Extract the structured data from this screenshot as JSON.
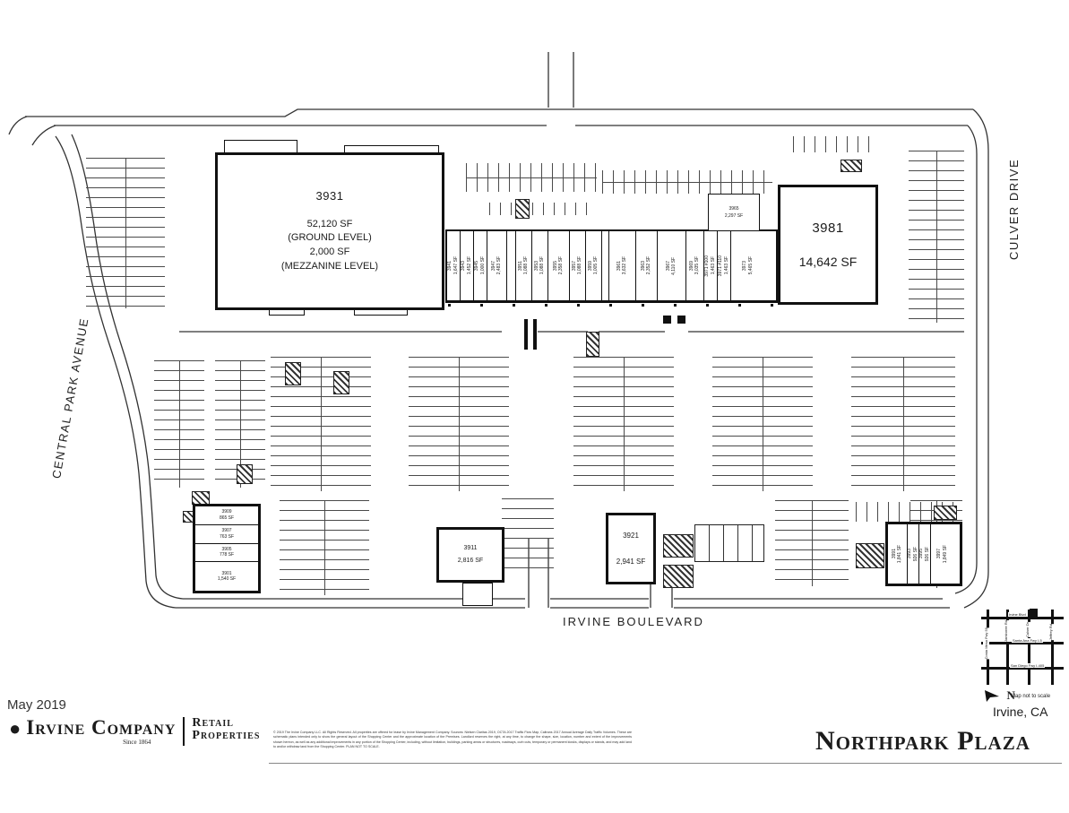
{
  "plan": {
    "date_label": "May 2019",
    "title": "Northpark Plaza",
    "city": "Irvine, CA",
    "map_note": "Map not to scale",
    "north_letter": "N"
  },
  "streets": {
    "left": "CENTRAL PARK AVENUE",
    "right": "CULVER DRIVE",
    "bottom": "IRVINE BOULEVARD"
  },
  "buildings": {
    "b3931": {
      "number": "3931",
      "line1": "52,120 SF",
      "line2": "(GROUND LEVEL)",
      "line3": "2,000 SF",
      "line4": "(MEZZANINE LEVEL)"
    },
    "b3981": {
      "number": "3981",
      "sf": "14,642 SF"
    },
    "b3965": {
      "number": "3965",
      "sf": "2,297 SF"
    },
    "b3911": {
      "number": "3911",
      "sf": "2,816 SF"
    },
    "b3921": {
      "number": "3921",
      "sf": "2,941 SF"
    }
  },
  "strip_suites": [
    {
      "num": "3941",
      "sf": "1,647 SF",
      "w": 15
    },
    {
      "num": "3943",
      "sf": "1,452 SF",
      "w": 15
    },
    {
      "num": "3945",
      "sf": "1,000 SF",
      "w": 15
    },
    {
      "num": "3947",
      "sf": "2,483 SF",
      "w": 22
    },
    {
      "gap": true,
      "w": 10
    },
    {
      "num": "3951",
      "sf": "1,088 SF",
      "w": 18
    },
    {
      "num": "3953",
      "sf": "1,088 SF",
      "w": 18
    },
    {
      "num": "3955",
      "sf": "2,358 SF",
      "w": 24
    },
    {
      "num": "3957",
      "sf": "1,088 SF",
      "w": 18
    },
    {
      "num": "3959",
      "sf": "1,005 SF",
      "w": 18
    },
    {
      "gap": true,
      "w": 8
    },
    {
      "num": "3961",
      "sf": "3,632 SF",
      "w": 30
    },
    {
      "num": "3963",
      "sf": "2,352 SF",
      "w": 24
    },
    {
      "num": "3967",
      "sf": "4,110 SF",
      "w": 32
    },
    {
      "num": "3969",
      "sf": "3,035 SF",
      "w": 20
    },
    {
      "num": "3971 #100",
      "sf": "1,463 SF",
      "w": 15
    },
    {
      "num": "3971 #110",
      "sf": "1,463 SF",
      "w": 15
    },
    {
      "num": "3973",
      "sf": "5,465 SF",
      "w": 38
    }
  ],
  "pad_3901_suites": [
    {
      "num": "3909",
      "sf": "865 SF"
    },
    {
      "num": "3907",
      "sf": "763 SF"
    },
    {
      "num": "3905",
      "sf": "778 SF"
    },
    {
      "num": "3901",
      "sf": "1,540 SF"
    }
  ],
  "pad_3991_suites": [
    {
      "num": "3991",
      "sf": "1,841 SF",
      "w": 22
    },
    {
      "num": "3993",
      "sf": "926 SF",
      "w": 13
    },
    {
      "num": "3995",
      "sf": "926 SF",
      "w": 13
    },
    {
      "num": "3997",
      "sf": "1,849 SF",
      "w": 26
    }
  ],
  "inset": {
    "irvine_blvd": "Irvine Blvd",
    "santa_ana": "Santa Ana Fwy I-5",
    "san_diego": "San Diego Fwy I-405",
    "costa_mesa": "Costa Mesa Fwy 55",
    "jamboree": "Jamboree Rd",
    "culver": "Culver Dr",
    "jeffrey": "Jeffrey Rd"
  },
  "logo": {
    "mark": "●",
    "company": "Irvine Company",
    "since": "Since 1864",
    "retail1": "Retail",
    "retail2": "Properties"
  },
  "footer": {
    "legal": "© 2019 The Irvine Company LLC. All Rights Reserved. All properties are offered for lease by Irvine Management Company. Sources: Nielsen Claritas 2019, OCTA 2017 Traffic Flow Map, Caltrans 2017 Annual Average Daily Traffic Volumes. These are schematic plans intended only to show the general layout of the Shopping Center and the approximate location of the Premises. Landlord reserves the right, at any time, to change the shape, size, location, number and extent of the improvements shown hereon, as well as any additional improvements in any portion of the Shopping Center, including, without limitation, buildings, parking areas or structures, roadways, curb cuts, temporary or permanent kiosks, displays or stands, and may add land to and/or withdraw land from the Shopping Center. PLAN NOT TO SCALE."
  },
  "colors": {
    "line": "#333333",
    "building_border": "#111111",
    "text": "#1c1c1c"
  }
}
